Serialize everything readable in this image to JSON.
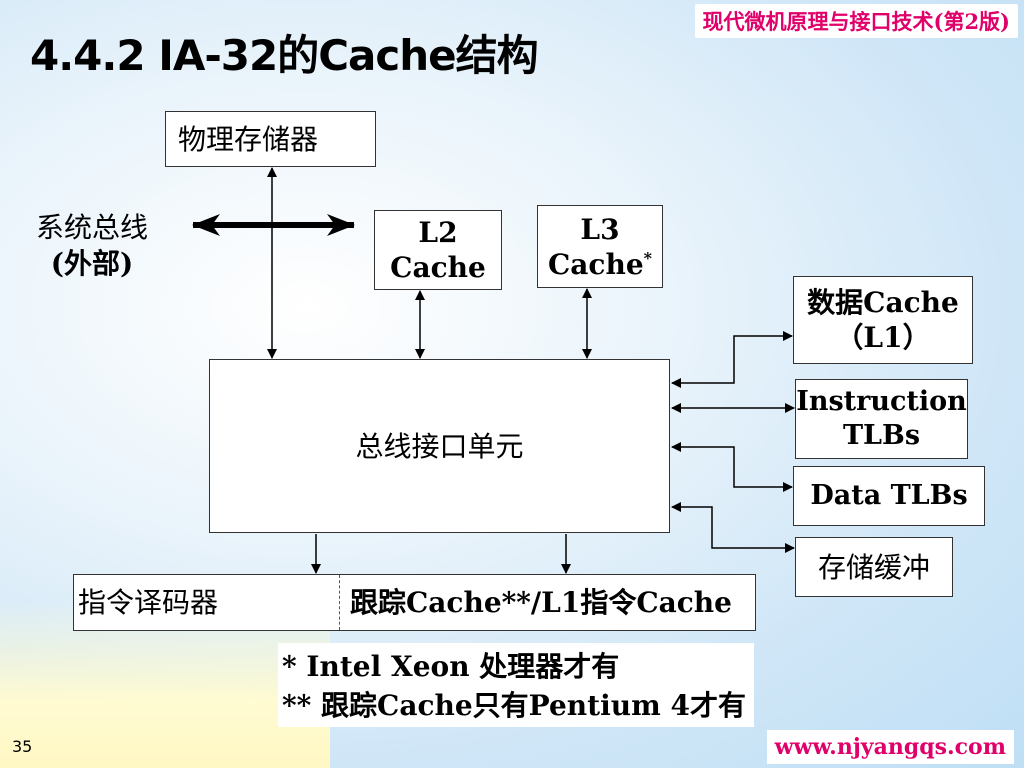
{
  "header": {
    "title": "4.4.2  IA-32的Cache结构",
    "book": "现代微机原理与接口技术(第2版)"
  },
  "diagram": {
    "physical_memory": "物理存储器",
    "system_bus_line1": "系统总线",
    "system_bus_line2": "(外部)",
    "l2_line1": "L2",
    "l2_line2": "Cache",
    "l3_line1": "L3",
    "l3_line2": "Cache",
    "l3_mark": "*",
    "data_cache_line1": "数据Cache",
    "data_cache_line2": "（L1）",
    "itlb_line1": "Instruction",
    "itlb_line2": "TLBs",
    "dtlb": "Data TLBs",
    "store_buffer": "存储缓冲",
    "biu": "总线接口单元",
    "decoder": "指令译码器",
    "trace_cache": "跟踪Cache**/L1指令Cache"
  },
  "notes": {
    "note1": "* Intel Xeon 处理器才有",
    "note2": "** 跟踪Cache只有Pentium 4才有"
  },
  "footer": {
    "page": "35",
    "url": "www.njyangqs.com"
  }
}
